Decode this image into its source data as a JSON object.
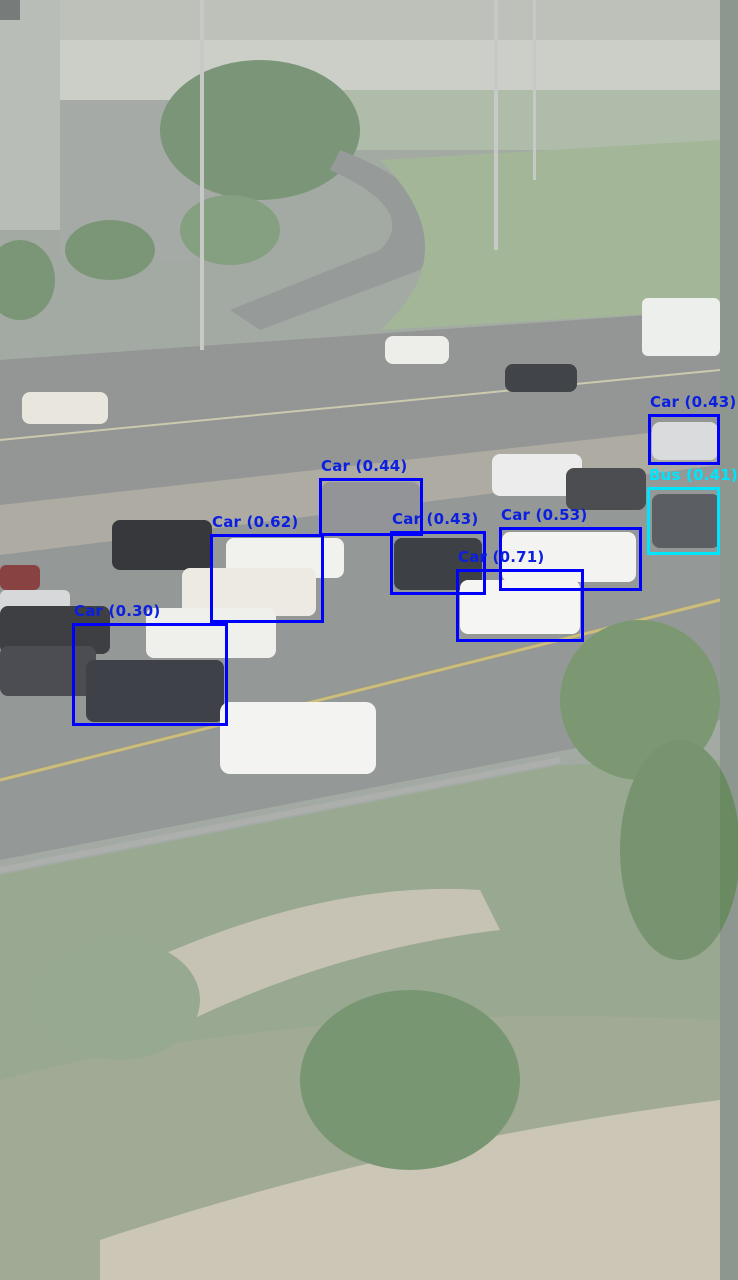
{
  "detections": [
    {
      "label": "Car (0.43)",
      "class": "car"
    },
    {
      "label": "Bus (0.41)",
      "class": "bus"
    },
    {
      "label": "Car (0.44)",
      "class": "car"
    },
    {
      "label": "Car (0.62)",
      "class": "car"
    },
    {
      "label": "Car (0.43)",
      "class": "car"
    },
    {
      "label": "Car (0.53)",
      "class": "car"
    },
    {
      "label": "Car (0.71)",
      "class": "car"
    },
    {
      "label": "Car (0.30)",
      "class": "car"
    }
  ],
  "colors": {
    "car_box": "#0000ff",
    "bus_box": "#00e5ff"
  }
}
